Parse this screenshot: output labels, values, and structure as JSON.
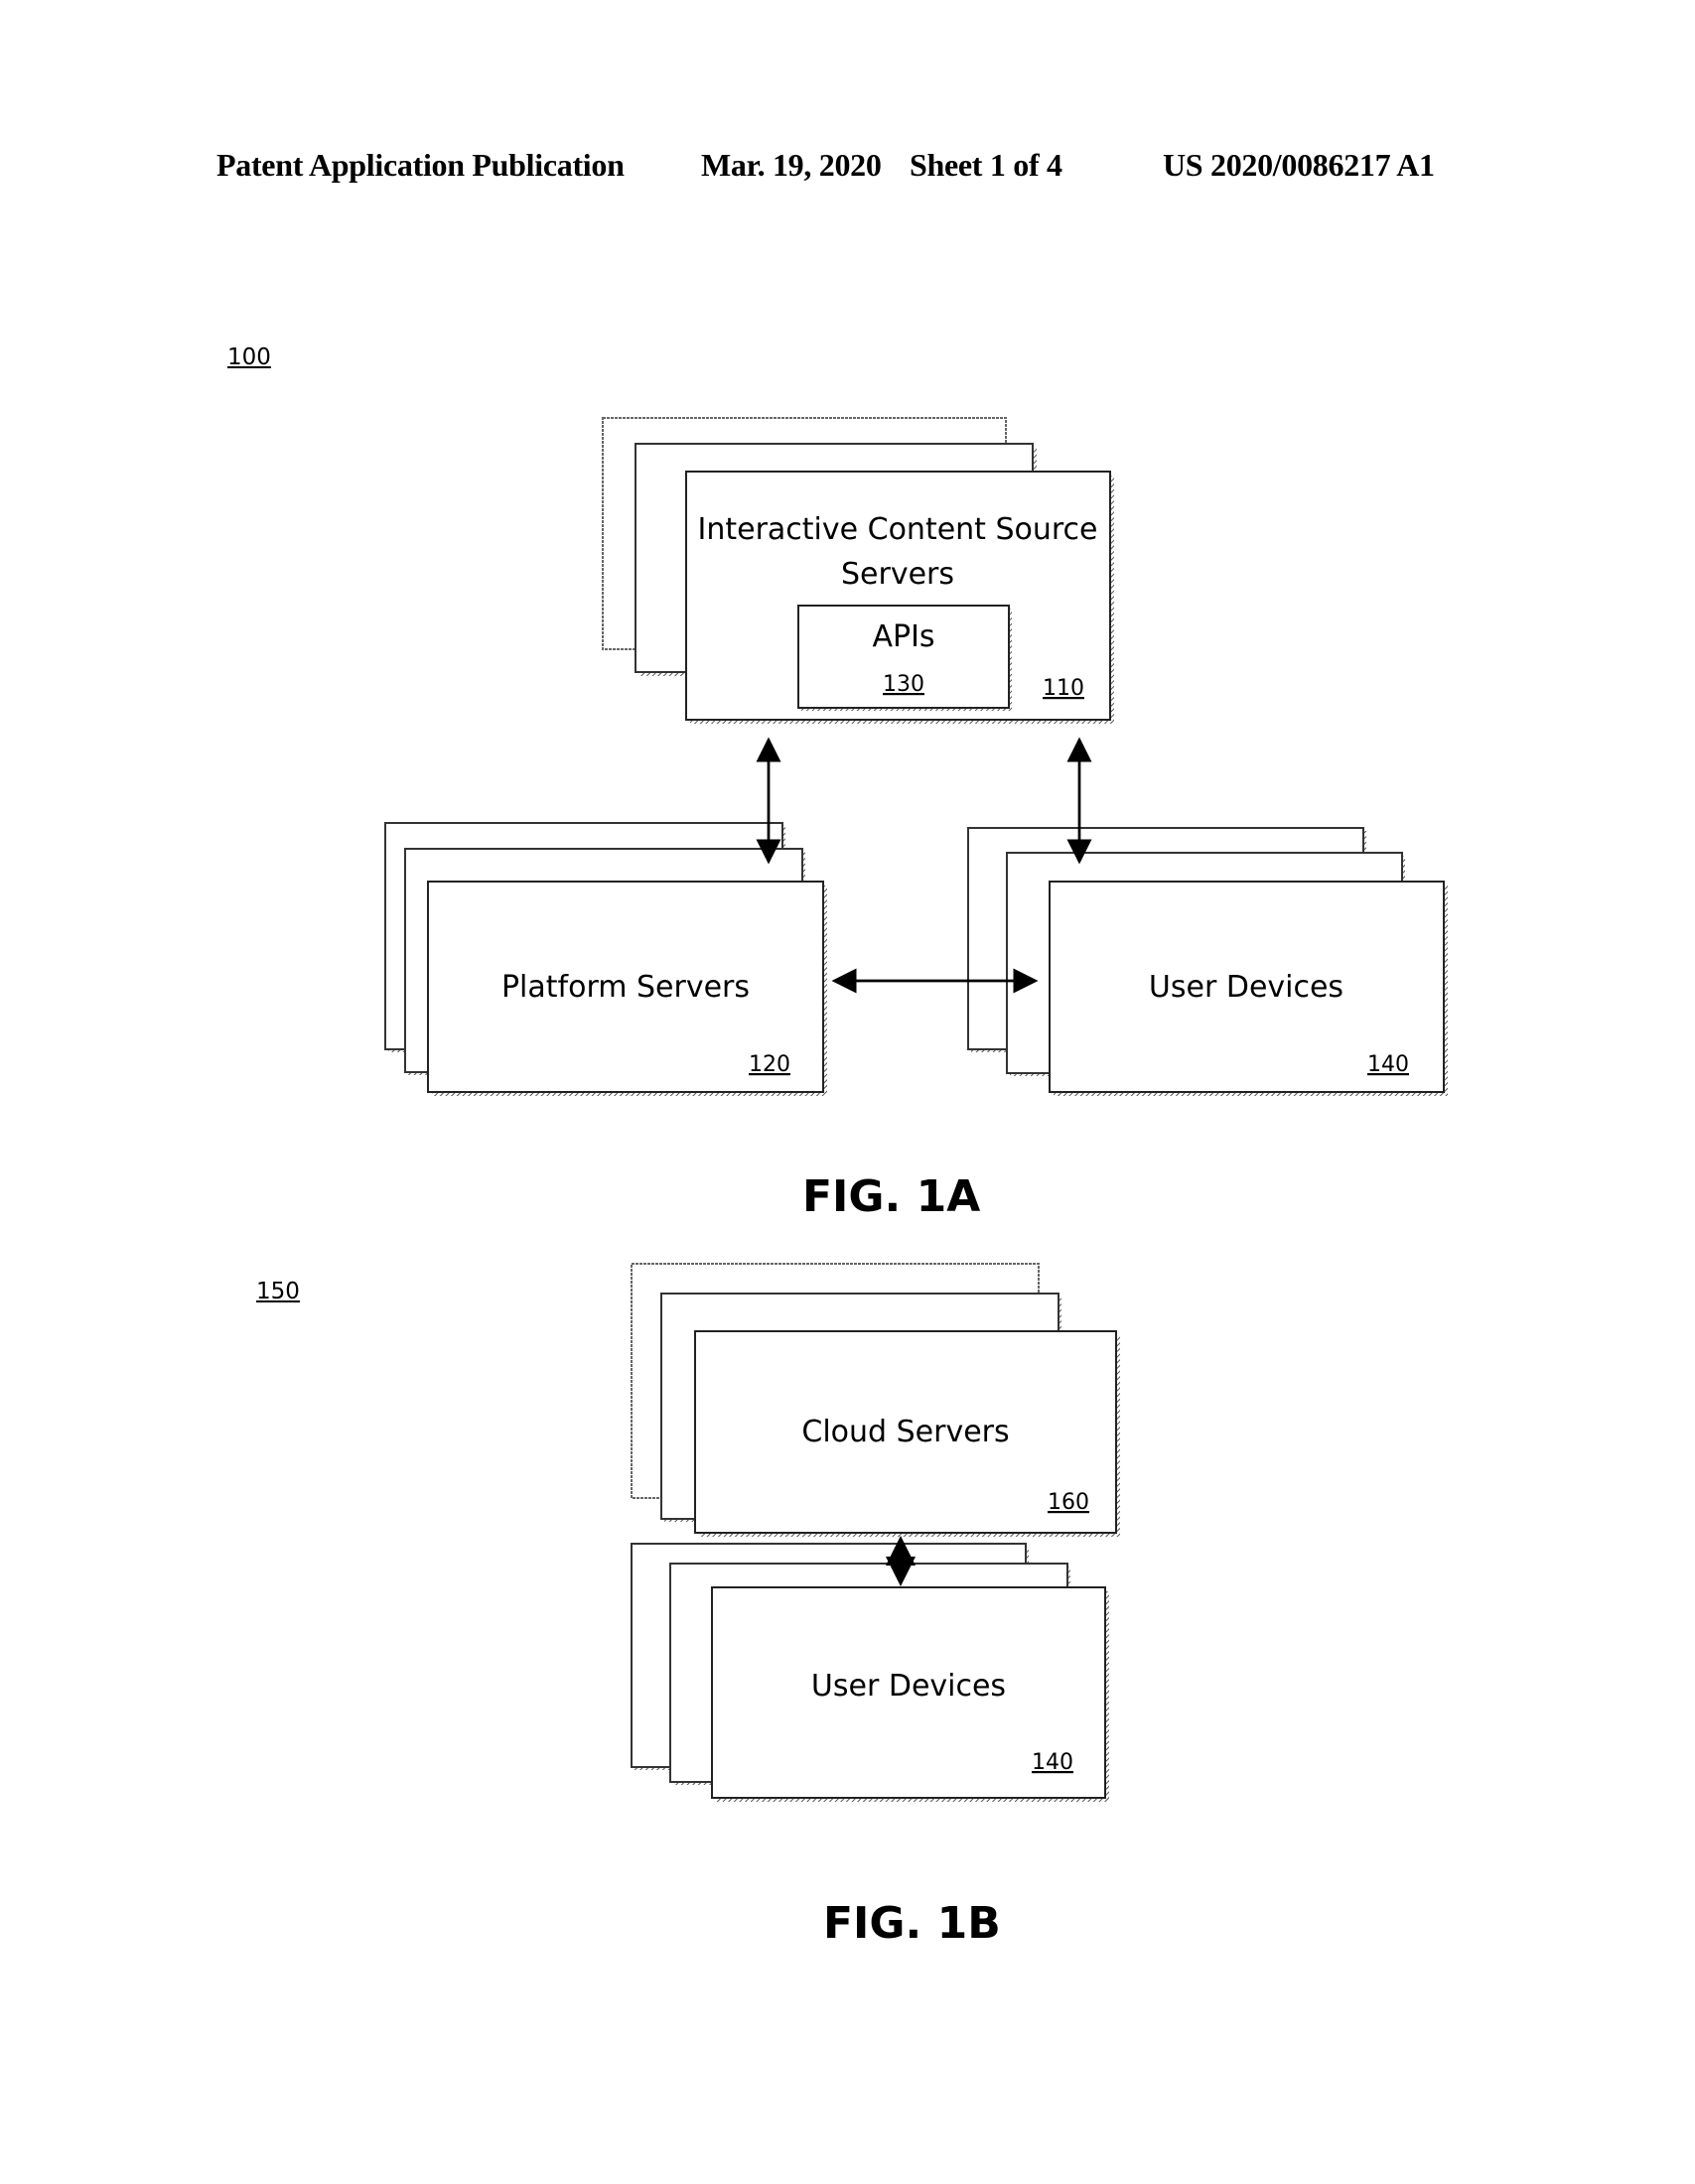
{
  "header": {
    "publication_type": "Patent Application Publication",
    "date": "Mar. 19, 2020",
    "sheet": "Sheet 1 of 4",
    "publication_number": "US 2020/0086217 A1"
  },
  "fig1a": {
    "figure_ref": "100",
    "caption": "FIG. 1A",
    "nodes": {
      "content_servers": {
        "label_line1": "Interactive Content Source",
        "label_line2": "Servers",
        "ref": "110"
      },
      "apis": {
        "label": "APIs",
        "ref": "130"
      },
      "platform_servers": {
        "label": "Platform Servers",
        "ref": "120"
      },
      "user_devices": {
        "label": "User Devices",
        "ref": "140"
      }
    },
    "edges": [
      {
        "from": "content_servers",
        "to": "platform_servers",
        "direction": "bidirectional"
      },
      {
        "from": "content_servers",
        "to": "user_devices",
        "direction": "bidirectional"
      },
      {
        "from": "platform_servers",
        "to": "user_devices",
        "direction": "bidirectional"
      }
    ]
  },
  "fig1b": {
    "figure_ref": "150",
    "caption": "FIG. 1B",
    "nodes": {
      "cloud_servers": {
        "label": "Cloud Servers",
        "ref": "160"
      },
      "user_devices": {
        "label": "User Devices",
        "ref": "140"
      }
    },
    "edges": [
      {
        "from": "cloud_servers",
        "to": "user_devices",
        "direction": "bidirectional"
      }
    ]
  }
}
